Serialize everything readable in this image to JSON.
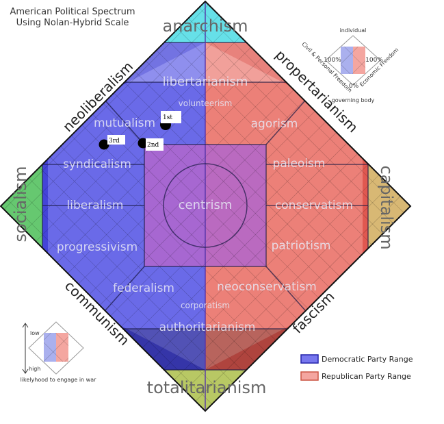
{
  "title": {
    "line1": "American Political Spectrum",
    "line2": "Using Nolan-Hybrid Scale"
  },
  "outer_labels": {
    "top": "anarchism",
    "bottom": "totalitarianism",
    "left": "socialism",
    "right": "capitalism",
    "upper_left": "neoliberalism",
    "upper_right": "propertarianism",
    "lower_left": "communism",
    "lower_right": "fascism"
  },
  "regions": {
    "libertarianism": "libertarianism",
    "volunteerism": "volunteerism",
    "mutualism": "mutualism",
    "agorism": "agorism",
    "syndicalism": "syndicalism",
    "paleoism": "paleoism",
    "liberalism": "liberalism",
    "centrism": "centrism",
    "conservatism": "conservatism",
    "progressivism": "progressivism",
    "patriotism": "patriotism",
    "federalism": "federalism",
    "neoconservatism": "neoconservatism",
    "corporatism": "corporatism",
    "authoritarianism": "authoritarianism"
  },
  "markers": [
    {
      "label": "1st"
    },
    {
      "label": "2nd"
    },
    {
      "label": "3rd"
    }
  ],
  "key_top": {
    "individual": "individual",
    "governing_body": "governing body",
    "left_axis": "Civil & Personal Freedom",
    "right_axis": "Economic Freedom",
    "left_pct": "100%",
    "right_pct": "100%",
    "zero_pct": "0%"
  },
  "key_war": {
    "low": "low",
    "high": "high",
    "caption": "likelyhood to engage in war"
  },
  "legend": [
    {
      "name": "Democratic Party Range",
      "color": "#7777ee",
      "border": "#2222aa"
    },
    {
      "name": "Republican Party Range",
      "color": "#f4a6a0",
      "border": "#cc5544"
    }
  ],
  "colors": {
    "blue_range": "#3333cc",
    "red_range": "#cc3333",
    "anarchism": "#66e0e8",
    "socialism": "#66c870",
    "capitalism": "#d8b874",
    "totalitarianism": "#b8c864",
    "center_square": "#b266cc"
  }
}
